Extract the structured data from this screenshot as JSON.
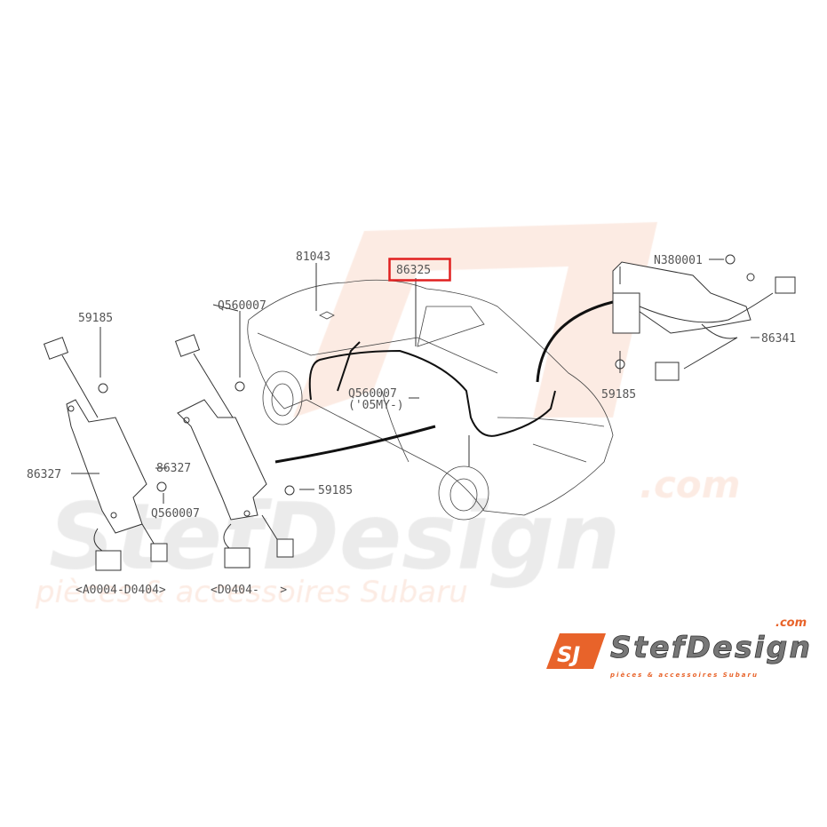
{
  "diagram": {
    "highlight_color": "#e02020",
    "labels": {
      "left_clip": "59185",
      "left_amp": "86327",
      "left_bolt": "Q560007",
      "left_range": "<A0004-D0404>",
      "mid_amp": "86327",
      "mid_bolt_top": "Q560007",
      "mid_clip": "59185",
      "mid_range": "<D0404-   >",
      "roof_part": "81043",
      "highlighted_part": "86325",
      "car_bolt": "Q560007",
      "car_bolt_note": "('05MY-)",
      "right_nut": "N380001",
      "right_harness": "86341",
      "right_clip": "59185"
    }
  },
  "watermark": {
    "com": ".com",
    "brand": "StefDesign",
    "tagline": "pièces & accessoires Subaru"
  },
  "logo": {
    "mark": "SJ",
    "brand": "StefDesign",
    "com": ".com",
    "tagline": "pièces & accessoires Subaru",
    "accent": "#e8632a"
  }
}
